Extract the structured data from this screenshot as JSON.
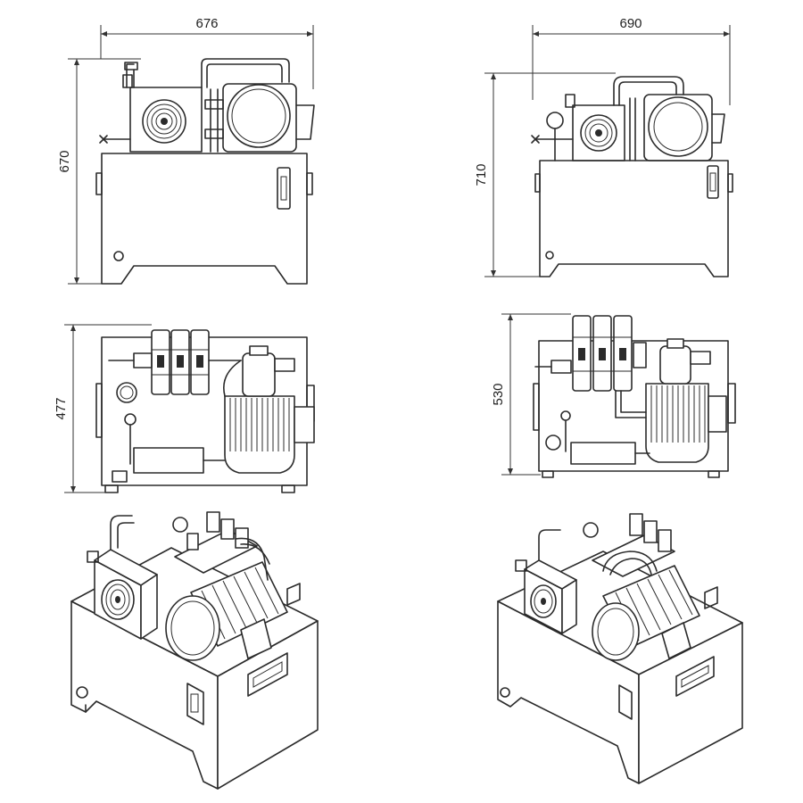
{
  "dimensions": {
    "a_width": "676",
    "a_height": "670",
    "a_depth": "477",
    "b_width": "690",
    "b_height": "710",
    "b_depth": "530"
  },
  "colors": {
    "line": "#2b2b2b",
    "background": "#ffffff"
  }
}
